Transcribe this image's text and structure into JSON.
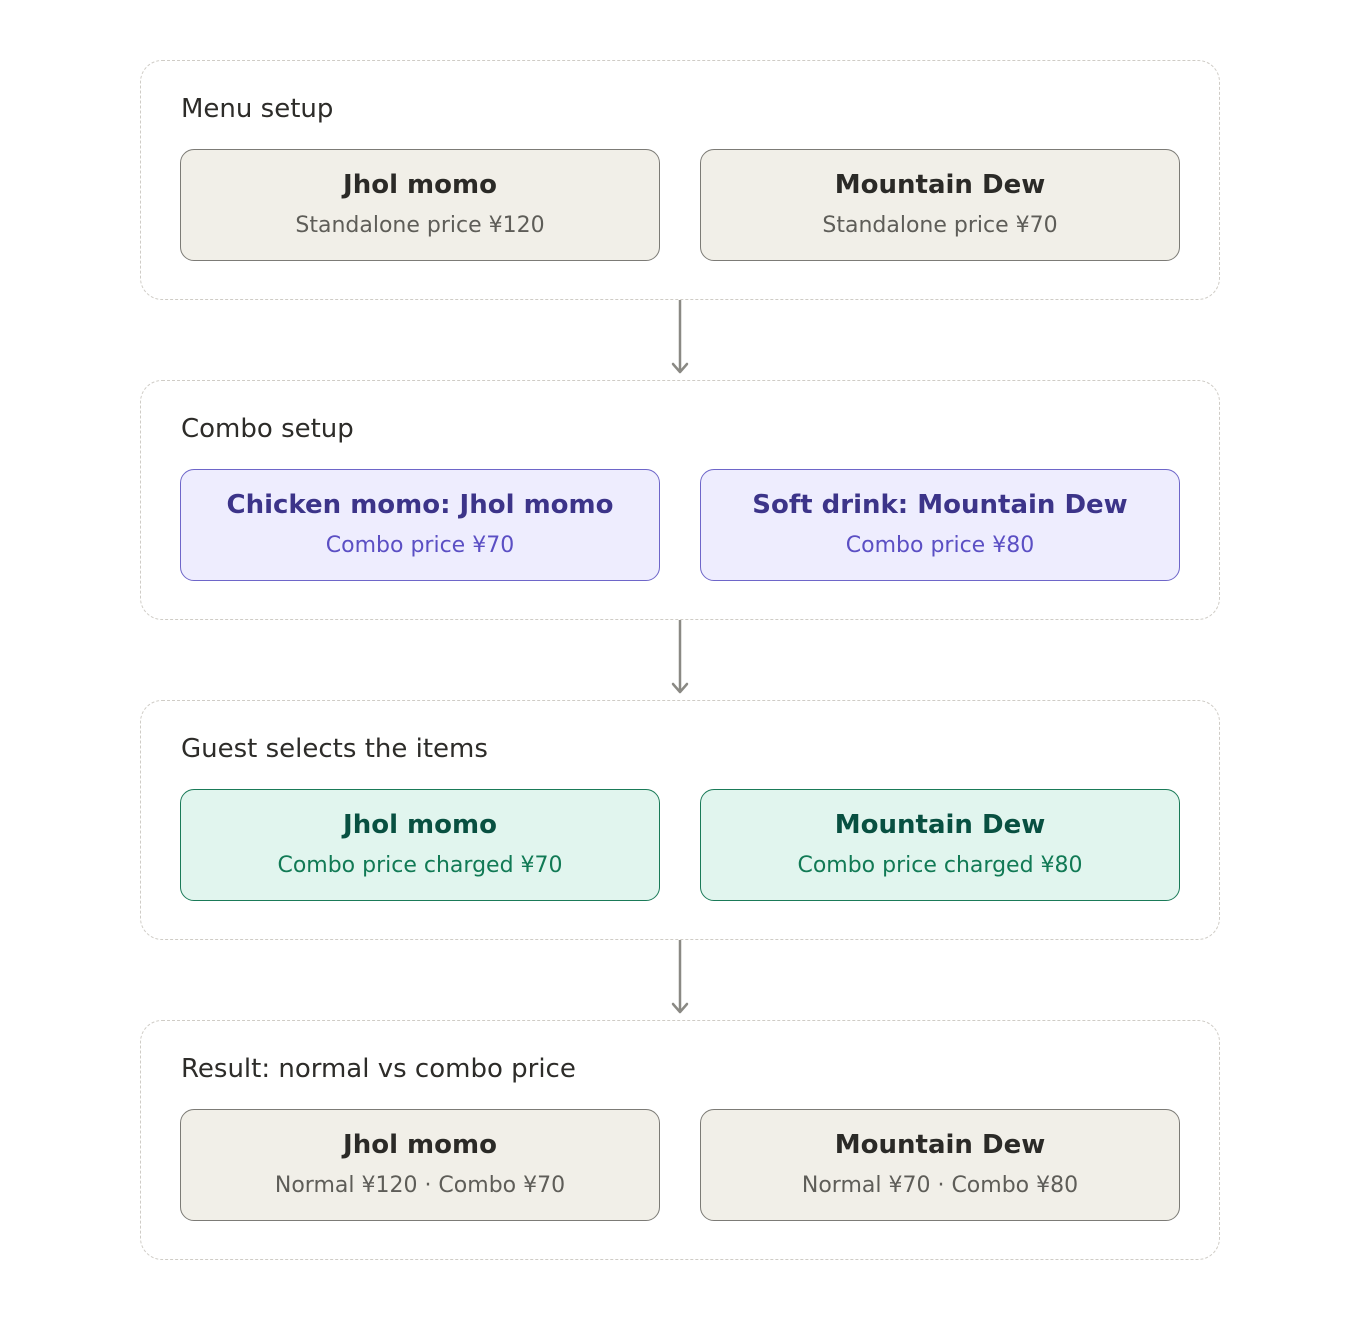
{
  "colors": {
    "neutral_fill": "#f1efe8",
    "purple_fill": "#eeedfe",
    "green_fill": "#e1f5ee",
    "arrow": "#8a8984",
    "dashed_border": "#cfccc6"
  },
  "sections": [
    {
      "title": "Menu setup",
      "cards": [
        {
          "title": "Jhol momo",
          "subtitle": "Standalone price ¥120"
        },
        {
          "title": "Mountain Dew",
          "subtitle": "Standalone price ¥70"
        }
      ]
    },
    {
      "title": "Combo setup",
      "cards": [
        {
          "title": "Chicken momo: Jhol momo",
          "subtitle": "Combo price ¥70"
        },
        {
          "title": "Soft drink: Mountain Dew",
          "subtitle": "Combo price ¥80"
        }
      ]
    },
    {
      "title": "Guest selects the items",
      "cards": [
        {
          "title": "Jhol momo",
          "subtitle": "Combo price charged ¥70"
        },
        {
          "title": "Mountain Dew",
          "subtitle": "Combo price charged ¥80"
        }
      ]
    },
    {
      "title": "Result: normal vs combo price",
      "cards": [
        {
          "title": "Jhol momo",
          "subtitle": "Normal ¥120 · Combo ¥70"
        },
        {
          "title": "Mountain Dew",
          "subtitle": "Normal ¥70 · Combo ¥80"
        }
      ]
    }
  ]
}
